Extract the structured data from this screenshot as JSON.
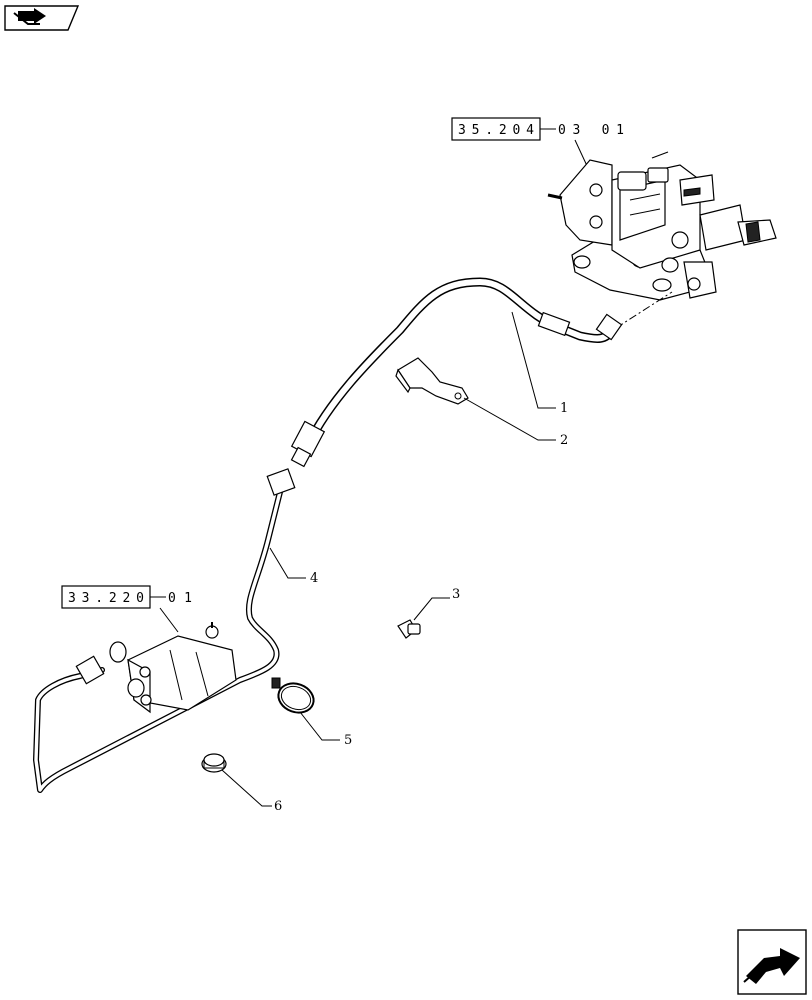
{
  "references": [
    {
      "id": "ref-35-204",
      "text": "35.204",
      "suffix": "03 01"
    },
    {
      "id": "ref-33-220",
      "text": "33.220",
      "suffix": "01"
    }
  ],
  "callouts": [
    {
      "id": "1",
      "label": "1"
    },
    {
      "id": "2",
      "label": "2"
    },
    {
      "id": "3",
      "label": "3"
    },
    {
      "id": "4",
      "label": "4"
    },
    {
      "id": "5",
      "label": "5"
    },
    {
      "id": "6",
      "label": "6"
    }
  ],
  "icons": {
    "top_left": "book-arrow-icon",
    "bottom_right": "next-page-arrow-icon"
  }
}
